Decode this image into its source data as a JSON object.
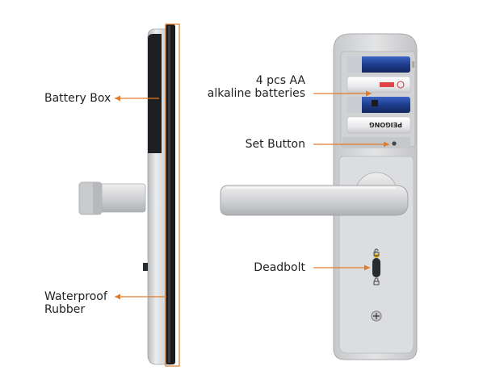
{
  "labels": {
    "battery_box": "Battery Box",
    "waterproof_line1": "Waterproof",
    "waterproof_line2": "Rubber",
    "batteries_line1": "4 pcs AA",
    "batteries_line2": "alkaline batteries",
    "set_button": "Set Button",
    "deadbolt": "Deadbolt"
  },
  "battery_brand": "PEIGONG",
  "colors": {
    "accent_orange": "#e07b2c",
    "lock_silver": "#d9dadc",
    "panel_dark": "#1e1f22",
    "battery_blue": "#1f3d8f"
  }
}
